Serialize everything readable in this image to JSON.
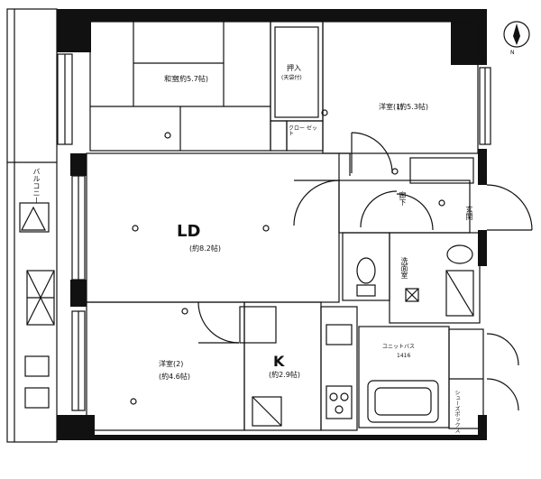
{
  "rooms": {
    "washitsu_name": "和室",
    "washitsu_area": "(約5.7帖)",
    "oshiire_name": "押入",
    "oshiire_sub": "(天袋付)",
    "yoshitsu1_name": "洋室(1)",
    "yoshitsu1_area": "(約5.3帖)",
    "ld_name": "LD",
    "ld_area": "(約8.2帖)",
    "yoshitsu2_name": "洋室(2)",
    "yoshitsu2_area": "(約4.6帖)",
    "k_name": "K",
    "k_area": "(約2.9帖)",
    "rouka": "廊下",
    "genkan": "玄関",
    "senmenjo": "洗面室",
    "unitbath": "ユニットバス",
    "unitbath_size": "1416",
    "closet": "クロー ゼット",
    "shoes": "シューズボックス",
    "balcony": "バルコニー"
  },
  "compass": {
    "symbol": "N"
  }
}
